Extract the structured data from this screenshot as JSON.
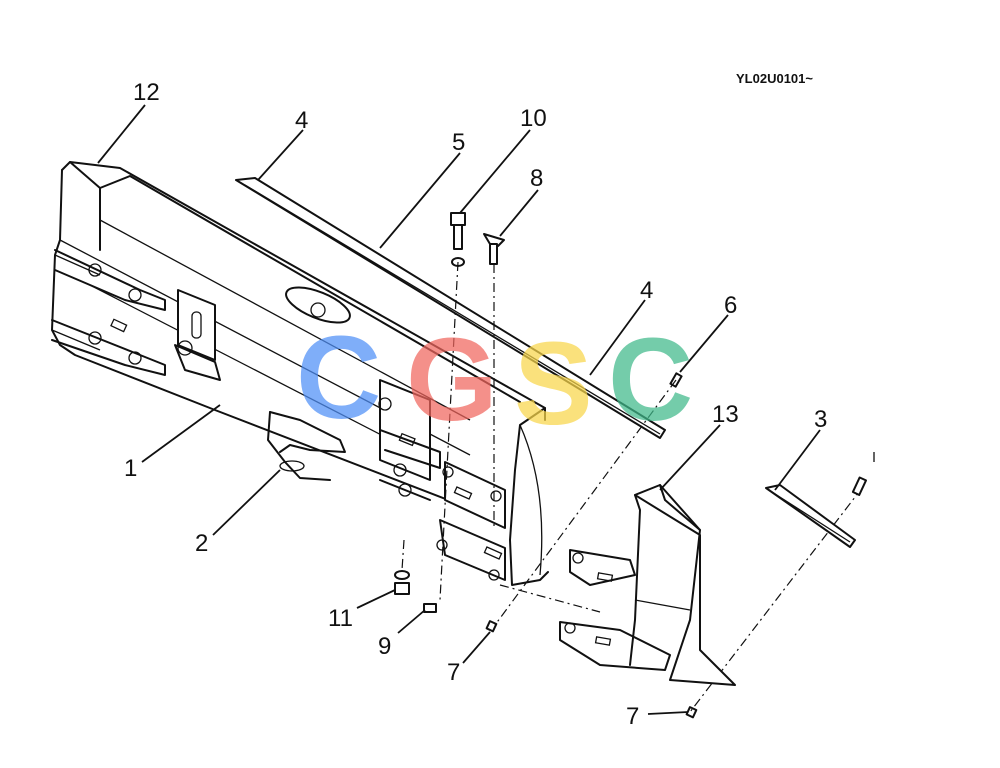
{
  "drawing_code": "YL02U0101~",
  "watermark": {
    "letters": [
      "C",
      "G",
      "S",
      "C"
    ],
    "colors": [
      "#4f8ff7",
      "#f0665e",
      "#f9d64a",
      "#3fb98a"
    ]
  },
  "callouts": [
    {
      "id": "c1",
      "label": "1"
    },
    {
      "id": "c2",
      "label": "2"
    },
    {
      "id": "c3",
      "label": "3"
    },
    {
      "id": "c4a",
      "label": "4"
    },
    {
      "id": "c4b",
      "label": "4"
    },
    {
      "id": "c5",
      "label": "5"
    },
    {
      "id": "c6",
      "label": "6"
    },
    {
      "id": "c7a",
      "label": "7"
    },
    {
      "id": "c7b",
      "label": "7"
    },
    {
      "id": "c8",
      "label": "8"
    },
    {
      "id": "c9",
      "label": "9"
    },
    {
      "id": "c10",
      "label": "10"
    },
    {
      "id": "c11",
      "label": "11"
    },
    {
      "id": "c12",
      "label": "12"
    },
    {
      "id": "c13",
      "label": "13"
    }
  ]
}
